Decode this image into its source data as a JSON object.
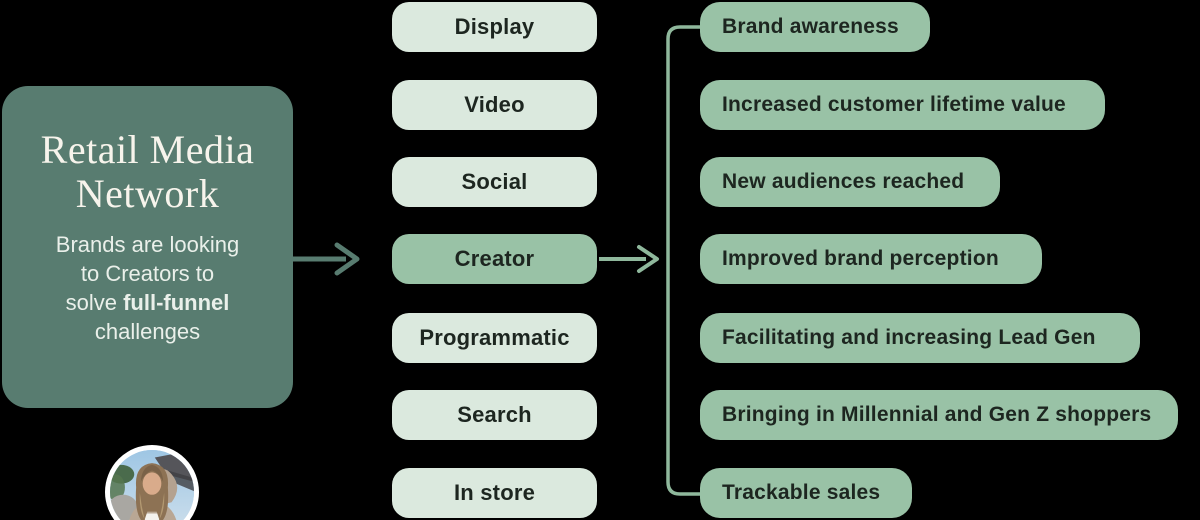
{
  "colors": {
    "card_bg": "#587c70",
    "pill_bg": "#dbe9de",
    "highlight_bg": "#99c2a6",
    "benefit_bg": "#99c2a6",
    "connector": "#8fb89c",
    "dark_text": "#1d2620",
    "title_color": "#f7f4ec",
    "subtitle_color": "#eaf0ea"
  },
  "left_card": {
    "title_line1": "Retail Media",
    "title_line2": "Network",
    "subtitle_line1": "Brands are looking",
    "subtitle_line2": "to Creators to",
    "subtitle_line3_normal": "solve ",
    "subtitle_line3_bold": "full-funnel",
    "subtitle_line4": "challenges",
    "avatar_alt": "creator-profile-photo"
  },
  "channels": {
    "items": [
      {
        "label": "Display",
        "highlighted": false
      },
      {
        "label": "Video",
        "highlighted": false
      },
      {
        "label": "Social",
        "highlighted": false
      },
      {
        "label": "Creator",
        "highlighted": true
      },
      {
        "label": "Programmatic",
        "highlighted": false
      },
      {
        "label": "Search",
        "highlighted": false
      },
      {
        "label": "In store",
        "highlighted": false
      }
    ]
  },
  "benefits": {
    "items": [
      {
        "label": "Brand awareness"
      },
      {
        "label": "Increased customer lifetime value"
      },
      {
        "label": "New audiences reached"
      },
      {
        "label": "Improved brand perception"
      },
      {
        "label": "Facilitating and increasing Lead Gen"
      },
      {
        "label": "Bringing in Millennial and Gen Z shoppers"
      },
      {
        "label": "Trackable sales"
      }
    ]
  }
}
